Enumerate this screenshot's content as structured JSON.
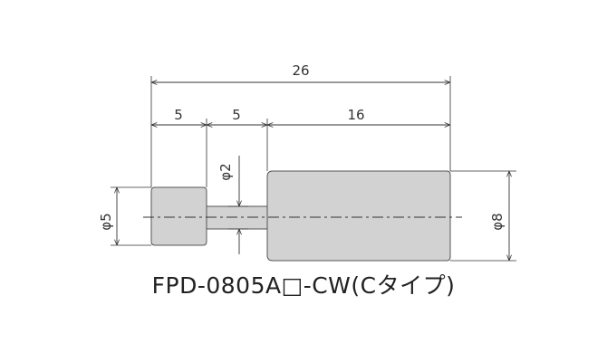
{
  "drawing": {
    "dimensions": {
      "total_length": "26",
      "head_length": "5",
      "neck_length": "5",
      "body_length": "16",
      "neck_diameter": "φ2",
      "head_diameter": "φ5",
      "body_diameter": "φ8"
    },
    "part_number": "FPD-0805A□-CW(Cタイプ)"
  },
  "colors": {
    "part_fill": "#d2d2d2",
    "part_stroke": "#555555",
    "dimension_line": "#333333"
  }
}
